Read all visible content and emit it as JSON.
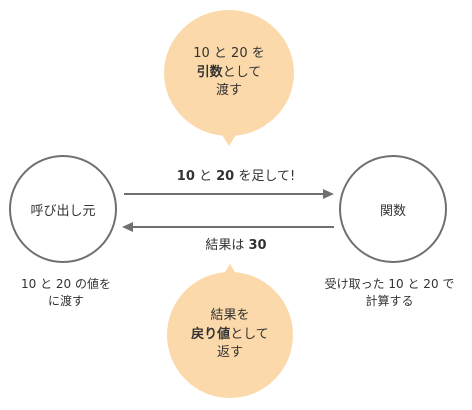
{
  "colors": {
    "bubble": "#fbd9aa",
    "stroke": "#707070",
    "text": "#333333"
  },
  "top_bubble": {
    "line1": "10 と 20 を",
    "line2_bold": "引数",
    "line2_rest": "として",
    "line3": "渡す"
  },
  "bottom_bubble": {
    "line1": "結果を",
    "line2_bold": "戻り値",
    "line2_rest": "として",
    "line3": "返す"
  },
  "caller": {
    "label": "呼び出し元"
  },
  "function": {
    "label": "関数"
  },
  "forward_arrow": {
    "num1": "10",
    "mid": " と ",
    "num2": "20",
    "rest": " を足して!"
  },
  "return_arrow": {
    "prefix": "結果は ",
    "value": "30"
  },
  "caller_desc": {
    "line1": "10 と 20 の値を",
    "line2": "に渡す"
  },
  "function_desc": {
    "line1": "受け取った 10 と 20 で",
    "line2": "計算する"
  }
}
